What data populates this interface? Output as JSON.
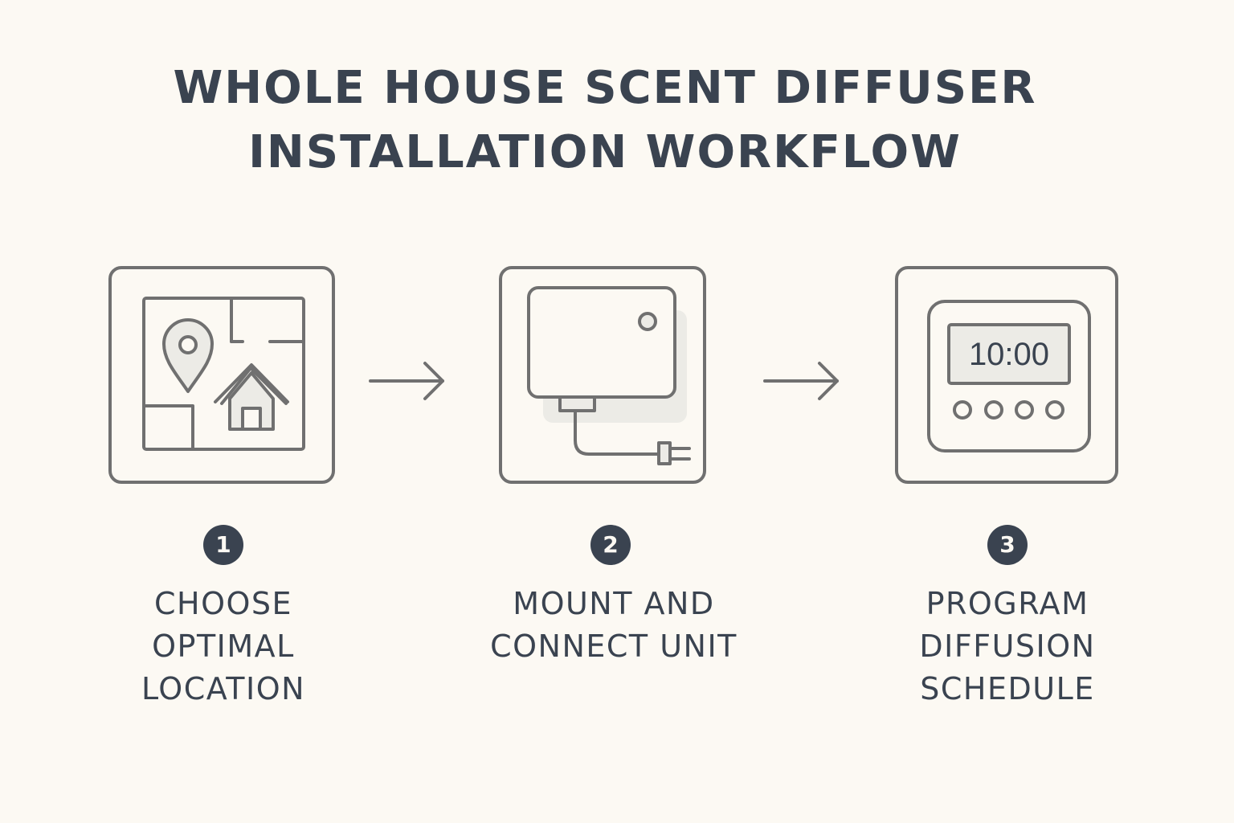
{
  "title": {
    "line1": "WHOLE HOUSE SCENT DIFFUSER",
    "line2": "INSTALLATION WORKFLOW"
  },
  "steps": [
    {
      "number": "1",
      "label_lines": [
        "CHOOSE",
        "OPTIMAL",
        "LOCATION"
      ],
      "icon": "map-location-icon"
    },
    {
      "number": "2",
      "label_lines": [
        "MOUNT AND",
        "CONNECT UNIT"
      ],
      "icon": "diffuser-unit-icon"
    },
    {
      "number": "3",
      "label_lines": [
        "PROGRAM",
        "DIFFUSION",
        "SCHEDULE"
      ],
      "icon": "timer-display-icon"
    }
  ],
  "timer_display": "10:00",
  "colors": {
    "background": "#fcf9f3",
    "text": "#3a4350",
    "stroke": "#707070",
    "fill_light": "#ecebe6"
  }
}
